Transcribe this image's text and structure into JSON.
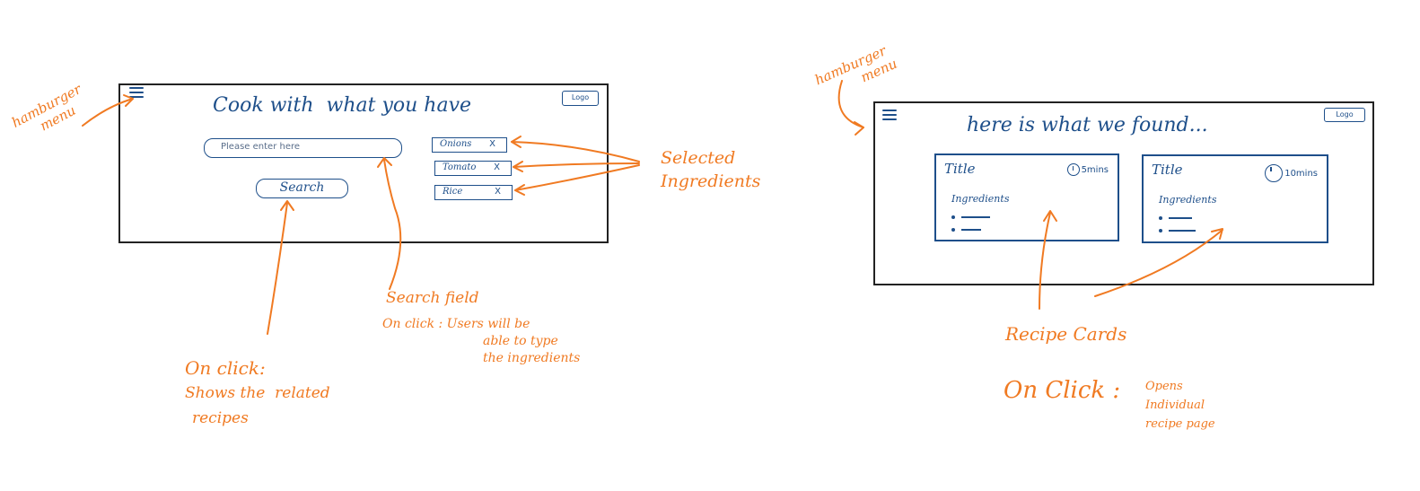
{
  "screen1": {
    "title": "Cook with  what you have",
    "logo_label": "Logo",
    "search_placeholder": "Please enter here",
    "search_button": "Search",
    "chips": [
      {
        "label": "Onions",
        "remove": "X"
      },
      {
        "label": "Tomato",
        "remove": "X"
      },
      {
        "label": "Rice",
        "remove": "X"
      }
    ]
  },
  "screen2": {
    "title": "here is what we found...",
    "logo_label": "Logo",
    "cards": [
      {
        "title": "Title",
        "time": "5mins",
        "ingredients_label": "Ingredients"
      },
      {
        "title": "Title",
        "time": "10mins",
        "ingredients_label": "Ingredients"
      }
    ]
  },
  "annotations": {
    "hamburger_left": [
      "hamburger",
      "menu"
    ],
    "hamburger_right": [
      "hamburger",
      "menu"
    ],
    "selected_ingredients": [
      "Selected",
      "Ingredients"
    ],
    "search_field": "Search field",
    "search_field_click": [
      "On click : Users will be",
      "able to type",
      "the ingredients"
    ],
    "search_click": [
      "On click:",
      "Shows the  related",
      "recipes"
    ],
    "recipe_cards": "Recipe Cards",
    "recipe_click": "On Click :",
    "recipe_click_desc": [
      "Opens",
      "Individual",
      "recipe page"
    ]
  },
  "colors": {
    "wireframe": "#1e4f8a",
    "annotation": "#f07a22",
    "frame": "#222222"
  },
  "icons": [
    "hamburger-icon",
    "clock-icon",
    "close-icon"
  ]
}
